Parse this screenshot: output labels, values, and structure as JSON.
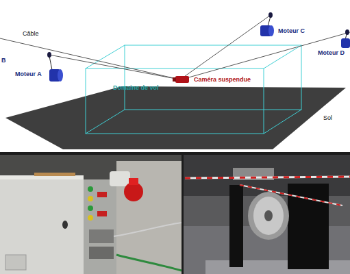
{
  "diagram": {
    "nodes": [
      {
        "text": [
          "Domaine de vol"
        ]
      }
    ],
    "labels": [
      "Câble",
      "B",
      "Moteur A",
      "Moteur C",
      "Moteur D",
      "Caméra suspendue",
      "Sol"
    ]
  }
}
